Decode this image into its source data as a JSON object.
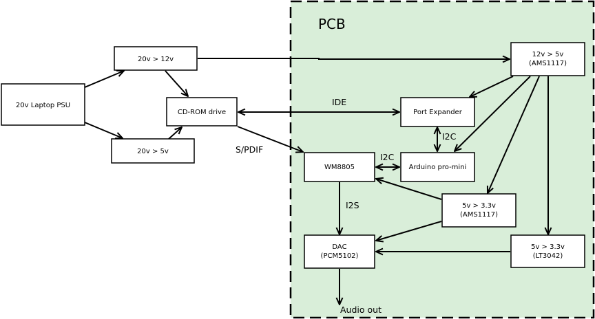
{
  "pcb": {
    "title": "PCB",
    "fill": "#d9eed9"
  },
  "boxes": {
    "psu": [
      "20v Laptop PSU"
    ],
    "reg12": [
      "20v > 12v"
    ],
    "reg5a": [
      "20v > 5v"
    ],
    "cdrom": [
      "CD-ROM drive"
    ],
    "reg5b": [
      "12v > 5v",
      "(AMS1117)"
    ],
    "portexp": [
      "Port Expander"
    ],
    "wm": [
      "WM8805"
    ],
    "arduino": [
      "Arduino pro-mini"
    ],
    "reg33a": [
      "5v > 3.3v",
      "(AMS1117)"
    ],
    "dac": [
      "DAC",
      "(PCM5102)"
    ],
    "reg33b": [
      "5v > 3.3v",
      "(LT3042)"
    ]
  },
  "labels": {
    "ide": "IDE",
    "spdif": "S/PDIF",
    "i2c_a": "I2C",
    "i2c_b": "I2C",
    "i2s": "I2S",
    "audio_out": "Audio out"
  }
}
